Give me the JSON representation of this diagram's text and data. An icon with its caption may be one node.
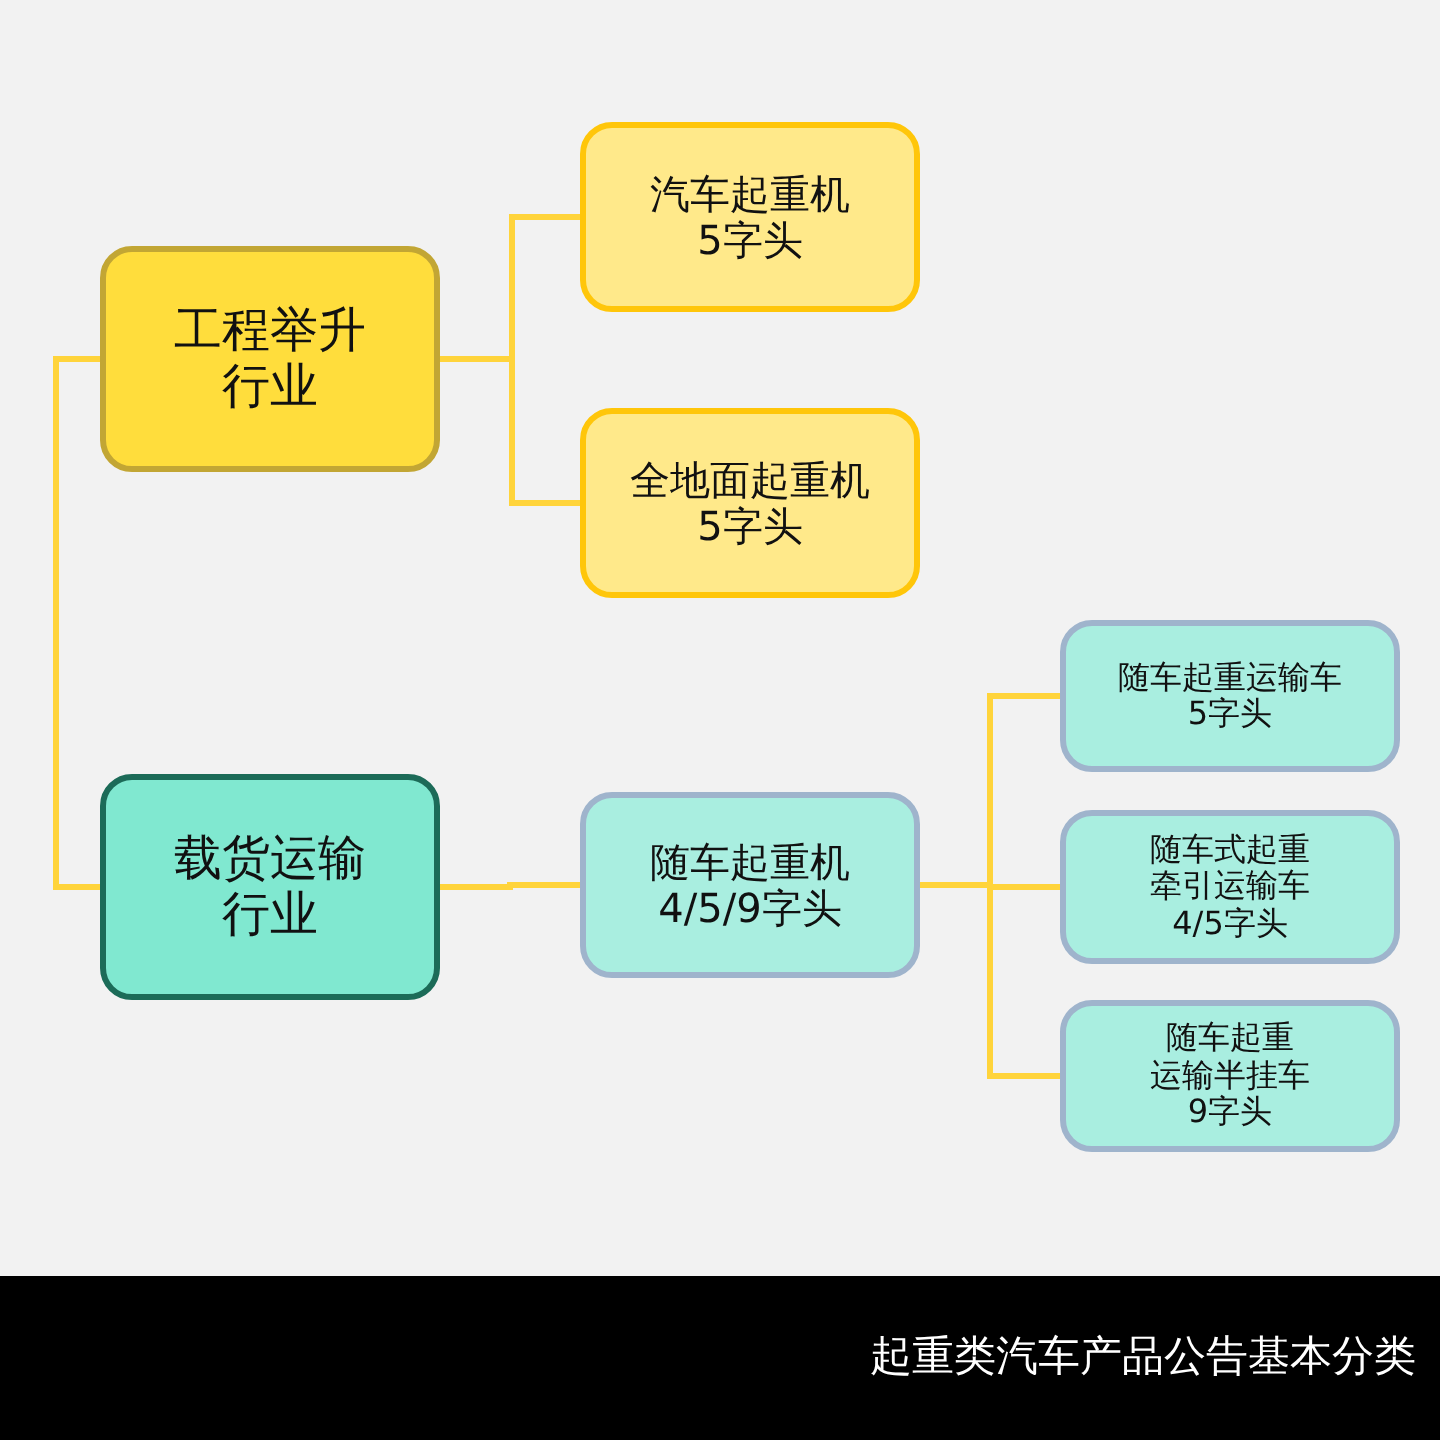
{
  "diagram": {
    "caption": "起重类汽车产品公告基本分类",
    "nodes": [
      {
        "text": [
          "工程举升行业"
        ]
      },
      {
        "text": [
          "汽车起重机",
          "5字头"
        ]
      },
      {
        "text": [
          "全地面起重机",
          "5字头"
        ]
      },
      {
        "text": [
          "载货运输行业"
        ]
      },
      {
        "text": [
          "随车起重机",
          "4/5/9字头"
        ]
      },
      {
        "text": [
          "随车起重运输车",
          "5字头"
        ]
      },
      {
        "text": [
          "随车式起重牵引运输车",
          "4/5字头"
        ]
      },
      {
        "text": [
          "随车起重运输半挂车",
          "9字头"
        ]
      }
    ],
    "edges": [
      {
        "from": 0,
        "to": 1,
        "arrow": "none"
      },
      {
        "from": 0,
        "to": 2,
        "arrow": "none"
      },
      {
        "from": 0,
        "to": 3,
        "arrow": "none"
      },
      {
        "from": 3,
        "to": 4,
        "arrow": "none"
      },
      {
        "from": 4,
        "to": 5,
        "arrow": "none"
      },
      {
        "from": 4,
        "to": 6,
        "arrow": "none"
      },
      {
        "from": 4,
        "to": 7,
        "arrow": "none"
      }
    ]
  }
}
